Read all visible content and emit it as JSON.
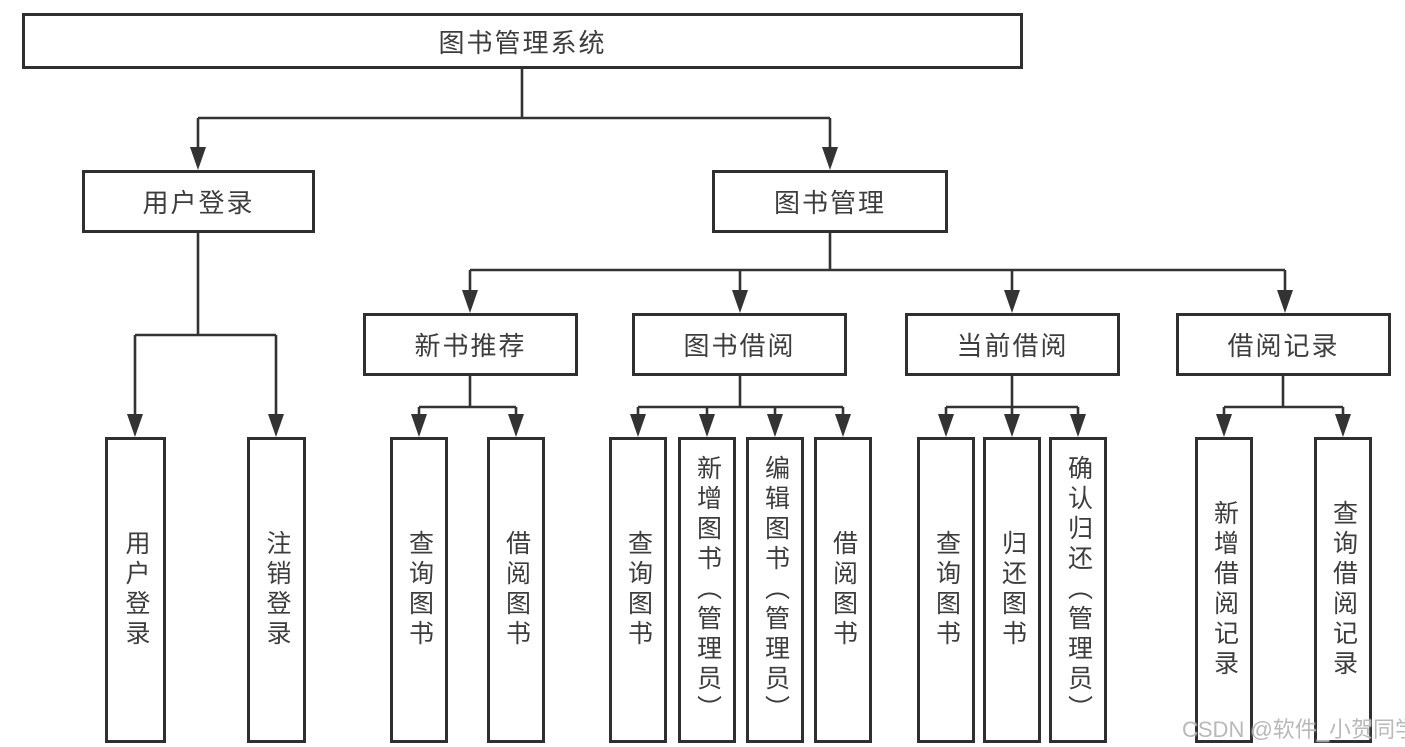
{
  "diagram": {
    "title": "图书管理系统",
    "branches": {
      "user_login": {
        "label": "用户登录",
        "children": [
          {
            "label": "用户登录"
          },
          {
            "label": "注销登录"
          }
        ]
      },
      "book_management": {
        "label": "图书管理",
        "modules": [
          {
            "label": "新书推荐",
            "children": [
              {
                "label": "查询图书"
              },
              {
                "label": "借阅图书"
              }
            ]
          },
          {
            "label": "图书借阅",
            "children": [
              {
                "label": "查询图书"
              },
              {
                "label": "新增图书（管理员）"
              },
              {
                "label": "编辑图书（管理员）"
              },
              {
                "label": "借阅图书"
              }
            ]
          },
          {
            "label": "当前借阅",
            "children": [
              {
                "label": "查询图书"
              },
              {
                "label": "归还图书"
              },
              {
                "label": "确认归还（管理员）"
              }
            ]
          },
          {
            "label": "借阅记录",
            "children": [
              {
                "label": "新增借阅记录"
              },
              {
                "label": "查询借阅记录"
              }
            ]
          }
        ]
      }
    },
    "watermark": "CSDN @软件_小贺同学",
    "colors": {
      "line": "#333333",
      "border": "#2f2f2f",
      "text": "#3d3d3d",
      "background": "#ffffff",
      "watermark": "#b9b9b9"
    }
  }
}
